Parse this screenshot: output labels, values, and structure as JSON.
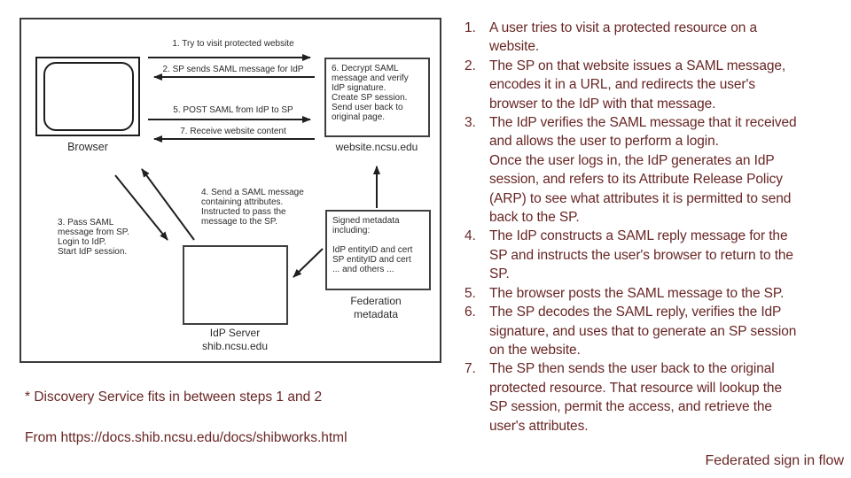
{
  "colors": {
    "body_text": "#682625",
    "diagram_ink": "#2b2b2b"
  },
  "diagram": {
    "browser_label": "Browser",
    "website_label": "website.ncsu.edu",
    "idp_label": "IdP Server\nshib.ncsu.edu",
    "federation_label": "Federation\nmetadata",
    "arrow1_label": "1. Try to visit protected website",
    "arrow2_label": "2. SP sends SAML message for IdP",
    "arrow5_label": "5. POST SAML from IdP to SP",
    "arrow7_label": "7. Receive website content",
    "website_box_text": "6. Decrypt SAML\nmessage and verify\nIdP signature.\nCreate SP session.\nSend user back to\noriginal page.",
    "note_step3": "3. Pass SAML\nmessage from SP.\nLogin to IdP.\nStart IdP session.",
    "note_step4": "4. Send a SAML message\ncontaining attributes.\nInstructed to pass the\nmessage to the SP.",
    "metadata_box_text": "Signed metadata\nincluding:\n\nIdP entityID and cert\nSP entityID and cert\n... and others ..."
  },
  "steps": {
    "items": [
      {
        "num": "1.",
        "text": "A user tries to visit a protected resource on a\nwebsite."
      },
      {
        "num": "2.",
        "text": "The SP on that website issues a SAML message,\nencodes it in a URL, and redirects the user's\nbrowser to the IdP with that message."
      },
      {
        "num": "3.",
        "text": "The IdP verifies the SAML message that it received\nand allows the user to perform a login.\nOnce the user logs in, the IdP generates an IdP\nsession, and refers to its Attribute Release Policy\n(ARP) to see what attributes it is permitted to send\nback to the SP."
      },
      {
        "num": "4.",
        "text": "The IdP constructs a SAML reply message for the\nSP and instructs the user's browser to return to the\nSP."
      },
      {
        "num": "5.",
        "text": "The browser posts the SAML message to the SP."
      },
      {
        "num": "6.",
        "text": "The SP decodes the SAML reply, verifies the IdP\nsignature, and uses that to generate an SP session\non the website."
      },
      {
        "num": "7.",
        "text": "The SP then sends the user back to the original\nprotected resource. That resource will lookup the\nSP session, permit the access, and retrieve the\nuser's attributes."
      }
    ]
  },
  "footnotes": [
    "* Discovery Service fits in between steps 1 and 2",
    "From https://docs.shib.ncsu.edu/docs/shibworks.html"
  ],
  "caption": "Federated sign in flow"
}
